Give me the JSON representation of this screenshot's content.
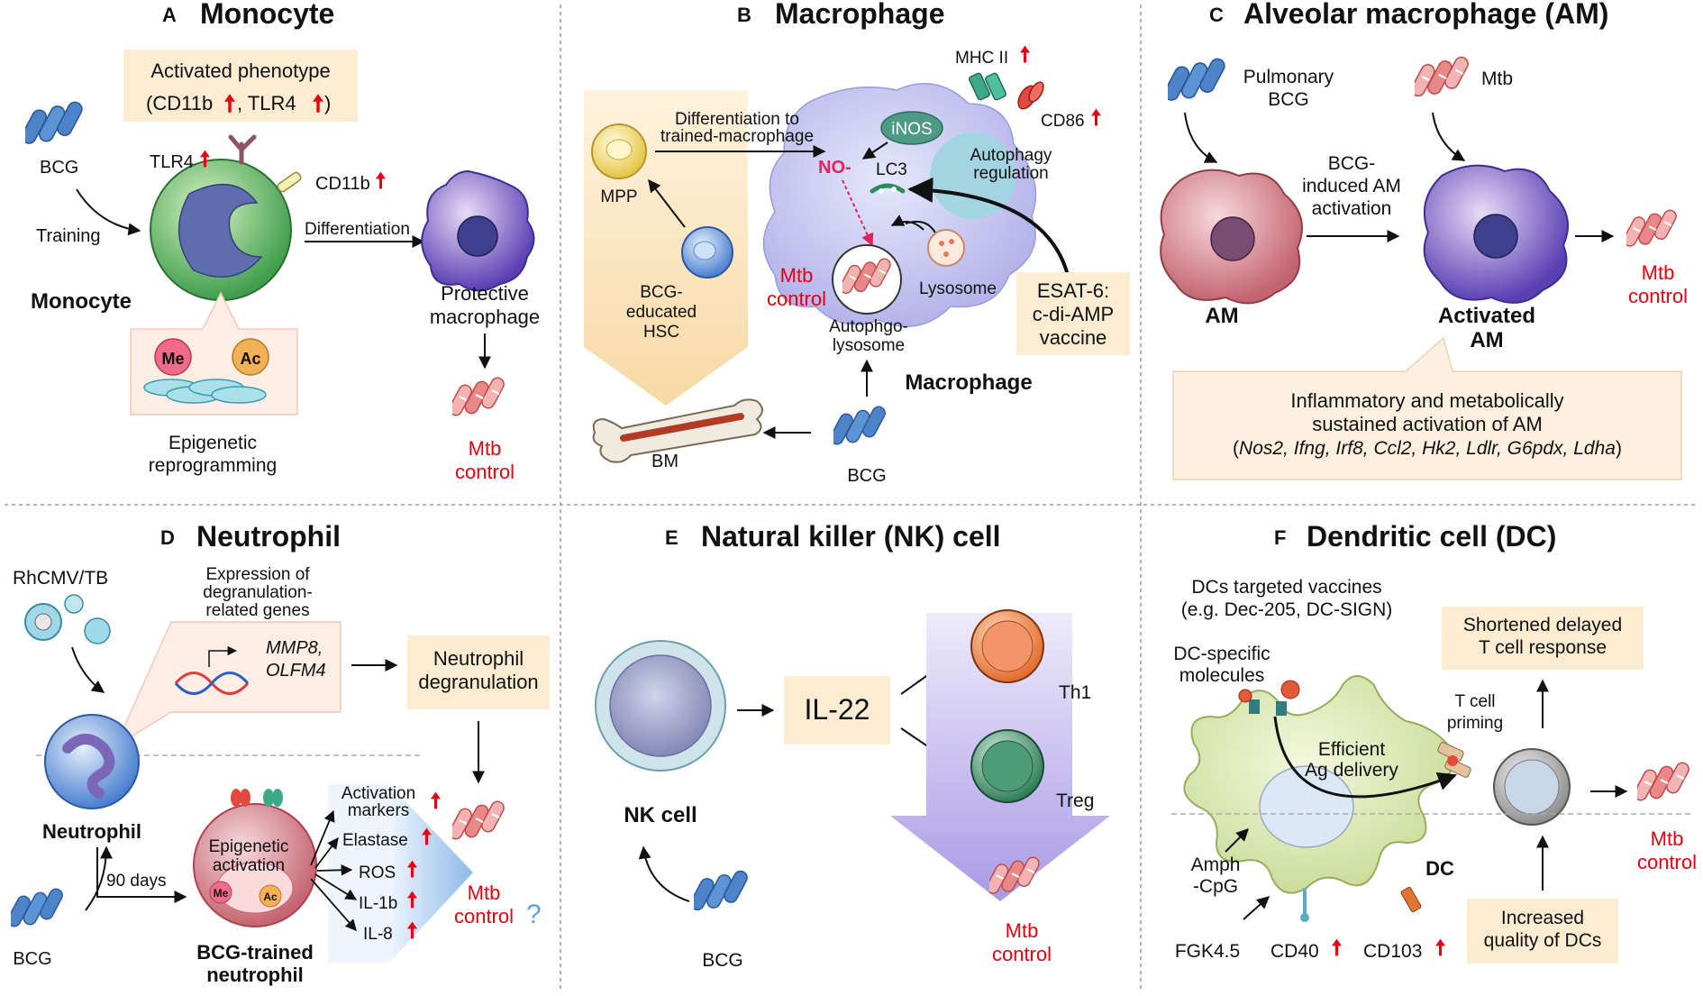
{
  "colors": {
    "mtb_text": "#e60012",
    "arrow_up": "#e60012",
    "box_fill": "#fbecd2",
    "bcg_blue": "#4d83c9",
    "mtb_red": "#e27b7b",
    "divider": "#9a9a9a"
  },
  "panels": {
    "A": {
      "letter": "A",
      "title": "Monocyte",
      "activated_line1": "Activated phenotype",
      "activated_line2_a": "(CD11b",
      "activated_line2_b": ", TLR4",
      "activated_line2_c": ")",
      "bcg": "BCG",
      "training": "Training",
      "tlr4": "TLR4",
      "cd11b": "CD11b",
      "cell_label": "Monocyte",
      "me": "Me",
      "ac": "Ac",
      "epi_line1": "Epigenetic",
      "epi_line2": "reprogramming",
      "differentiation": "Differentiation",
      "protective_line1": "Protective",
      "protective_line2": "macrophage",
      "mtb_line1": "Mtb",
      "mtb_line2": "control"
    },
    "B": {
      "letter": "B",
      "title": "Macrophage",
      "mhc": "MHC II",
      "cd86": "CD86",
      "inos": "iNOS",
      "no": "NO-",
      "lc3": "LC3",
      "autophagy_line1": "Autophagy",
      "autophagy_line2": "regulation",
      "diff_line1": "Differentiation to",
      "diff_line2": "trained-macrophage",
      "mpp": "MPP",
      "hsc_line1": "BCG-",
      "hsc_line2": "educated",
      "hsc_line3": "HSC",
      "mtb_line1": "Mtb",
      "mtb_line2": "control",
      "lysosome": "Lysosome",
      "autophgo_line1": "Autophgo-",
      "autophgo_line2": "lysosome",
      "esat_line1": "ESAT-6:",
      "esat_line2": "c-di-AMP",
      "esat_line3": "vaccine",
      "cell_label": "Macrophage",
      "bm": "BM",
      "bcg": "BCG"
    },
    "C": {
      "letter": "C",
      "title": "Alveolar macrophage (AM)",
      "pulmonary_line1": "Pulmonary",
      "pulmonary_line2": "BCG",
      "mtb": "Mtb",
      "induced_line1": "BCG-",
      "induced_line2": "induced AM",
      "induced_line3": "activation",
      "am": "AM",
      "activated_line1": "Activated",
      "activated_line2": "AM",
      "mtb_line1": "Mtb",
      "mtb_line2": "control",
      "box_line1": "Inflammatory and metabolically",
      "box_line2": "sustained activation of AM",
      "genes_open": "(",
      "genes": "Nos2, Ifng, Irf8, Ccl2, Hk2, Ldlr, G6pdx, Ldha",
      "genes_close": ")"
    },
    "D": {
      "letter": "D",
      "title": "Neutrophil",
      "rhcmv": "RhCMV/TB",
      "expr_line1": "Expression of",
      "expr_line2": "degranulation-",
      "expr_line3": "related genes",
      "gene_line1": "MMP8,",
      "gene_line2": "OLFM4",
      "degran_line1": "Neutrophil",
      "degran_line2": "degranulation",
      "neutrophil": "Neutrophil",
      "days": "90 days",
      "bcg": "BCG",
      "epi_line1": "Epigenetic",
      "epi_line2": "activation",
      "me": "Me",
      "ac": "Ac",
      "trained_line1": "BCG-trained",
      "trained_line2": "neutrophil",
      "markers_line1": "Activation",
      "markers_line2": "markers",
      "elastase": "Elastase",
      "ros": "ROS",
      "il1b": "IL-1b",
      "il8": "IL-8",
      "mtb_line1": "Mtb",
      "mtb_line2": "control",
      "question": "?"
    },
    "E": {
      "letter": "E",
      "title": "Natural killer (NK) cell",
      "nk": "NK cell",
      "il22": "IL-22",
      "th1": "Th1",
      "treg": "Treg",
      "bcg": "BCG",
      "mtb_line1": "Mtb",
      "mtb_line2": "control"
    },
    "F": {
      "letter": "F",
      "title": "Dendritic cell (DC)",
      "vacc_line1": "DCs targeted vaccines",
      "vacc_line2": "(e.g. Dec-205, DC-SIGN)",
      "dcspec_line1": "DC-specific",
      "dcspec_line2": "molecules",
      "short_line1": "Shortened delayed",
      "short_line2": "T cell response",
      "tcell_line1": "T cell",
      "tcell_line2": "priming",
      "ag_line1": "Efficient",
      "ag_line2": "Ag delivery",
      "dc": "DC",
      "amph_line1": "Amph",
      "amph_line2": "-CpG",
      "fgk": "FGK4.5",
      "cd40": "CD40",
      "cd103": "CD103",
      "inc_line1": "Increased",
      "inc_line2": "quality of DCs",
      "mtb_line1": "Mtb",
      "mtb_line2": "control"
    }
  }
}
